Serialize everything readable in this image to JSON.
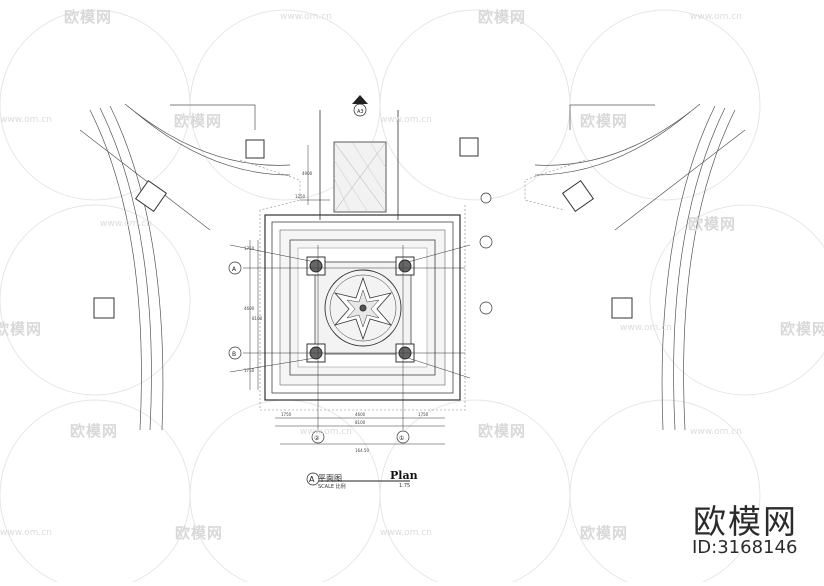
{
  "drawing": {
    "title_cn": "平面图",
    "title_en": "Plan",
    "scale_label": "SCALE 比例",
    "scale_ratio": "1:75",
    "title_marker": "A",
    "section_marker": "A3",
    "grid_row_labels": [
      "A",
      "B"
    ],
    "grid_col_labels": [
      "②",
      "①"
    ],
    "dim_bottom": [
      "1750",
      "4600",
      "1750"
    ],
    "dim_bottom_total": "8100",
    "dim_extra": "164.50",
    "dim_left": [
      "1750",
      "4600",
      "8100",
      "1750"
    ],
    "dim_top": [
      "1250",
      "4900"
    ]
  },
  "branding": {
    "logo_text": "欧模网",
    "id_text": "ID:3168146",
    "watermark_text": "欧模网",
    "watermark_url": "www.om.cn"
  }
}
